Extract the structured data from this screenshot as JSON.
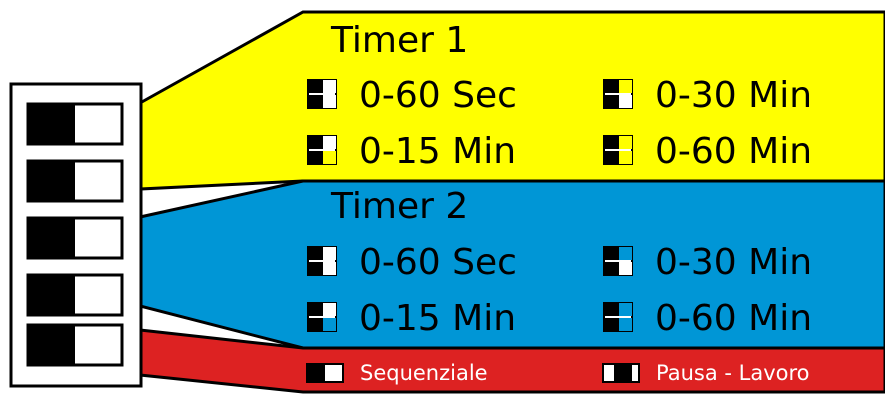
{
  "colors": {
    "timer1_bg": "#ffff00",
    "timer2_bg": "#0096d6",
    "mode_bg": "#dd2222",
    "dark": "#000000",
    "light": "#ffffff"
  },
  "dip_switch": {
    "switch_count": 5,
    "positions": [
      "off",
      "off",
      "off",
      "off",
      "off"
    ]
  },
  "timer1": {
    "title": "Timer 1",
    "options": [
      {
        "label": "0-60 Sec",
        "icon": "dip-pattern-icon",
        "bits": [
          "off",
          "off"
        ]
      },
      {
        "label": "0-30 Min",
        "icon": "dip-pattern-icon",
        "bits": [
          "on",
          "off"
        ]
      },
      {
        "label": "0-15 Min",
        "icon": "dip-pattern-icon",
        "bits": [
          "off",
          "on"
        ]
      },
      {
        "label": "0-60 Min",
        "icon": "dip-pattern-icon",
        "bits": [
          "on",
          "on"
        ]
      }
    ]
  },
  "timer2": {
    "title": "Timer 2",
    "options": [
      {
        "label": "0-60 Sec",
        "icon": "dip-pattern-icon",
        "bits": [
          "off",
          "off"
        ]
      },
      {
        "label": "0-30 Min",
        "icon": "dip-pattern-icon",
        "bits": [
          "on",
          "off"
        ]
      },
      {
        "label": "0-15 Min",
        "icon": "dip-pattern-icon",
        "bits": [
          "off",
          "on"
        ]
      },
      {
        "label": "0-60 Min",
        "icon": "dip-pattern-icon",
        "bits": [
          "on",
          "on"
        ]
      }
    ]
  },
  "mode": {
    "options": [
      {
        "label": "Sequenziale",
        "icon": "dip-switch-off-icon",
        "bit": "off"
      },
      {
        "label": "Pausa - Lavoro",
        "icon": "dip-switch-on-icon",
        "bit": "on"
      }
    ]
  }
}
